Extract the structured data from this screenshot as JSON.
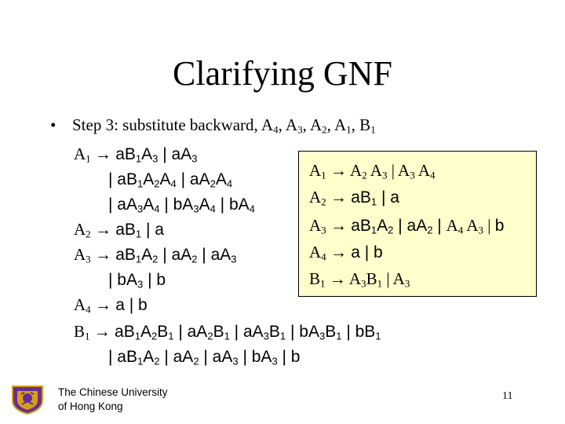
{
  "title": "Clarifying GNF",
  "bullet": "Step 3: substitute backward, A<sub>4</sub>, A<sub>3</sub>, A<sub>2</sub>, A<sub>1</sub>, B<sub>1</sub>",
  "left_lines": [
    "<span class='r'>A<sub>1</sub> &rarr; </span><span class='s'>aB<sub>1</sub>A<sub>3</sub> | aA<sub>3</sub></span>",
    "<span class='s'>| aB<sub>1</sub>A<sub>2</sub>A<sub>4</sub> | aA<sub>2</sub>A<sub>4</sub></span>",
    "<span class='s'>| aA<sub>3</sub>A<sub>4</sub> | bA<sub>3</sub>A<sub>4</sub> | bA<sub>4</sub></span>",
    "<span class='r'>A<sub>2</sub> &rarr; </span><span class='s'>aB<sub>1</sub> | a</span>",
    "<span class='r'>A<sub>3</sub> &rarr; </span><span class='s'>aB<sub>1</sub>A<sub>2</sub> | aA<sub>2</sub> | aA<sub>3</sub></span>",
    "<span class='s'>| bA<sub>3</sub> | b</span>",
    "<span class='r'>A<sub>4</sub> &rarr; </span><span class='s'>a | b</span>",
    "<span class='r'>B<sub>1</sub> &rarr; </span><span class='s'>aB<sub>1</sub>A<sub>2</sub>B<sub>1</sub> | aA<sub>2</sub>B<sub>1</sub> | aA<sub>3</sub>B<sub>1</sub> | bA<sub>3</sub>B<sub>1</sub> | bB<sub>1</sub></span>",
    "<span class='s'>| aB<sub>1</sub>A<sub>2</sub> | aA<sub>2</sub> | aA<sub>3</sub> | bA<sub>3</sub> | b</span>"
  ],
  "box_lines": [
    "<span class='r'>A<sub>1</sub> &rarr; A<sub>2</sub> A<sub>3</sub> | A<sub>3</sub> A<sub>4</sub></span>",
    "<span class='r'>A<sub>2</sub> &rarr; </span><span class='s'>aB<sub>1</sub> | a</span>",
    "<span class='r'>A<sub>3</sub> &rarr; </span><span class='s'>aB<sub>1</sub>A<sub>2</sub> | aA<sub>2</sub> | </span><span class='r'>A<sub>4</sub> A<sub>3</sub> | </span><span class='s'>b</span>",
    "<span class='r'>A<sub>4</sub> &rarr; </span><span class='s'>a | b</span>",
    "<span class='r'>B<sub>1</sub> &rarr; A<sub>3</sub>B<sub>1</sub> | A<sub>3</sub></span>"
  ],
  "footer": {
    "university_line1": "The Chinese University",
    "university_line2": "of Hong Kong",
    "page_number": "11"
  },
  "colors": {
    "box_background": "#ffffcc",
    "logo_purple": "#6b2c91",
    "logo_gold": "#d4a017"
  },
  "icons": {
    "logo": "cuhk-crest-icon"
  }
}
